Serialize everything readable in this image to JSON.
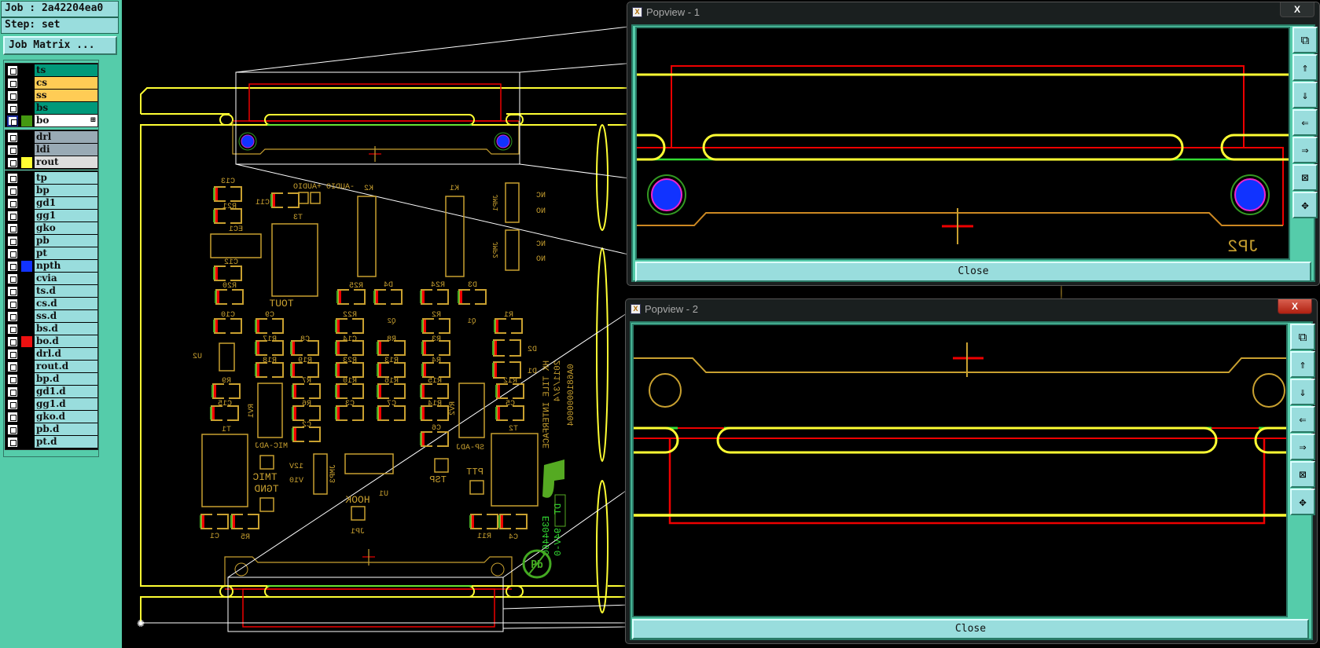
{
  "job": {
    "label": "Job : 2a42204ea0",
    "step": "Step: set",
    "matrix_button": "Job Matrix ..."
  },
  "layers": {
    "group1": [
      {
        "name": "ts",
        "bg": "#00997a",
        "swatch": null
      },
      {
        "name": "cs",
        "bg": "#ffcc55",
        "swatch": null
      },
      {
        "name": "ss",
        "bg": "#ffcc55",
        "swatch": null
      },
      {
        "name": "bs",
        "bg": "#00997a",
        "swatch": null
      },
      {
        "name": "bo",
        "bg": "#ffffff",
        "swatch": "#449911",
        "selected": true
      }
    ],
    "group2": [
      {
        "name": "drl",
        "bg": "#99aab5",
        "swatch": null
      },
      {
        "name": "ldi",
        "bg": "#99aab5",
        "swatch": null
      },
      {
        "name": "rout",
        "bg": "#dddddd",
        "swatch": "#ffff33"
      }
    ],
    "group3": [
      {
        "name": "tp",
        "bg": "#99dddd",
        "swatch": null
      },
      {
        "name": "bp",
        "bg": "#99dddd",
        "swatch": null
      },
      {
        "name": "gd1",
        "bg": "#99dddd",
        "swatch": null
      },
      {
        "name": "gg1",
        "bg": "#99dddd",
        "swatch": null
      },
      {
        "name": "gko",
        "bg": "#99dddd",
        "swatch": null
      },
      {
        "name": "pb",
        "bg": "#99dddd",
        "swatch": null
      },
      {
        "name": "pt",
        "bg": "#99dddd",
        "swatch": null
      },
      {
        "name": "npth",
        "bg": "#99dddd",
        "swatch": "#1133ff"
      },
      {
        "name": "cvia",
        "bg": "#99dddd",
        "swatch": null
      },
      {
        "name": "ts.d",
        "bg": "#99dddd",
        "swatch": null
      },
      {
        "name": "cs.d",
        "bg": "#99dddd",
        "swatch": null
      },
      {
        "name": "ss.d",
        "bg": "#99dddd",
        "swatch": null
      },
      {
        "name": "bs.d",
        "bg": "#99dddd",
        "swatch": null
      },
      {
        "name": "bo.d",
        "bg": "#99dddd",
        "swatch": "#ee1111"
      },
      {
        "name": "drl.d",
        "bg": "#99dddd",
        "swatch": null
      },
      {
        "name": "rout.d",
        "bg": "#99dddd",
        "swatch": null
      },
      {
        "name": "bp.d",
        "bg": "#99dddd",
        "swatch": null
      },
      {
        "name": "gd1.d",
        "bg": "#99dddd",
        "swatch": null
      },
      {
        "name": "gg1.d",
        "bg": "#99dddd",
        "swatch": null
      },
      {
        "name": "gko.d",
        "bg": "#99dddd",
        "swatch": null
      },
      {
        "name": "pb.d",
        "bg": "#99dddd",
        "swatch": null
      },
      {
        "name": "pt.d",
        "bg": "#99dddd",
        "swatch": null
      }
    ]
  },
  "pcb": {
    "labels": [
      "C13",
      "R21",
      "EC1",
      "C12",
      "R20",
      "C11",
      "-AUDIO +AUDIO",
      "K2",
      "K1",
      "T3",
      "TOUT",
      "NC",
      "NO",
      "NC",
      "NO",
      "JMP1",
      "JMP2",
      "R25",
      "D4",
      "R24",
      "D3",
      "C10",
      "C9",
      "R22",
      "Q2",
      "R2",
      "Q1",
      "R1",
      "R17",
      "C8",
      "C14",
      "R8",
      "R3",
      "D2",
      "R18",
      "R19",
      "R23",
      "R13",
      "R4",
      "D1",
      "U2",
      "R9",
      "R7",
      "R10",
      "R16",
      "R15",
      "R12",
      "C15",
      "R6",
      "C3",
      "C7",
      "R14",
      "C5",
      "RV1",
      "C2",
      "C6",
      "RV2",
      "MIC-ADJ",
      "SP-ADJ",
      "T1",
      "T2",
      "12V",
      "V10",
      "JMP3",
      "U1",
      "TSP",
      "PTT",
      "TMIC",
      "TGND",
      "HOOK",
      "JP1",
      "C1",
      "R5",
      "R11",
      "C4",
      "JP2"
    ],
    "vertical_text": [
      "HK TILE INTERFACE",
      "2011/3/4",
      "0A6810000004",
      "E304460",
      "DT",
      "94V-0",
      "Pb"
    ]
  },
  "popups": [
    {
      "title": "Popview - 1",
      "close_label": "Close",
      "x_label": "X",
      "silk_label": "JP2"
    },
    {
      "title": "Popview - 2",
      "close_label": "Close",
      "x_label": "X"
    }
  ],
  "toolbar_icons": [
    "swap-view-icon",
    "pan-up-icon",
    "pan-down-icon",
    "pan-left-icon",
    "pan-right-icon",
    "zoom-out-icon",
    "zoom-in-icon"
  ],
  "colors": {
    "panel": "#55ccaa",
    "rout": "#ffff33",
    "silk": "#c8a030",
    "copper_red": "#ee0000",
    "green": "#33dd33",
    "npth": "#1133ff"
  }
}
